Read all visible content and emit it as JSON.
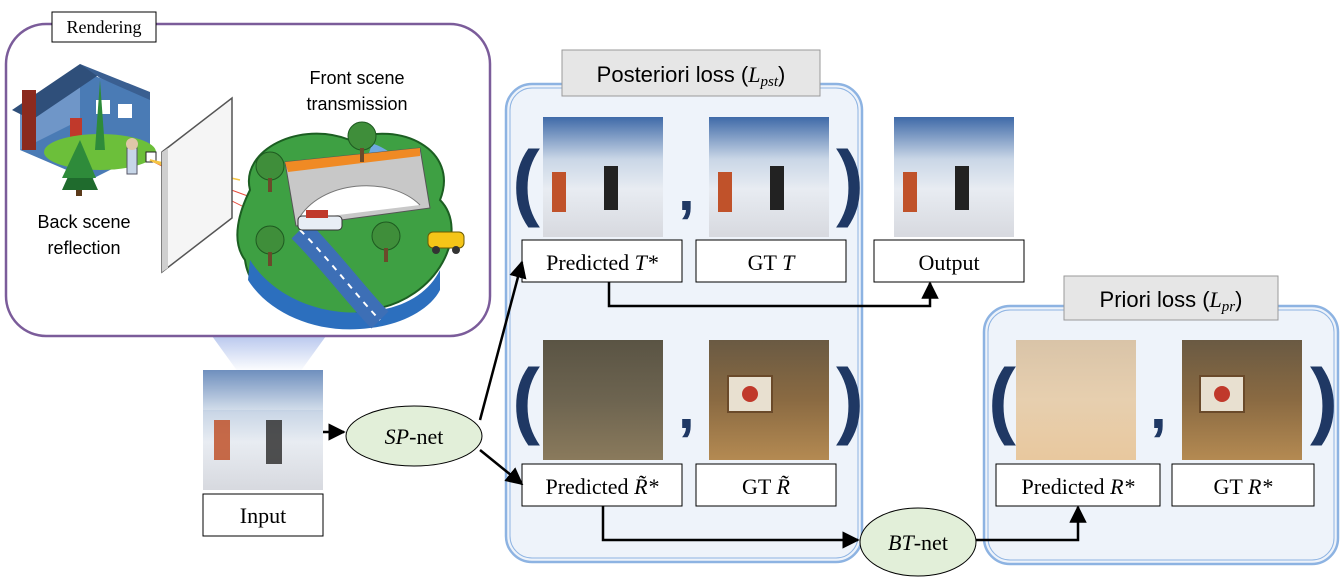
{
  "rendering": {
    "title": "Rendering",
    "front_scene_line1": "Front scene",
    "front_scene_line2": "transmission",
    "back_scene_line1": "Back scene",
    "back_scene_line2": "reflection"
  },
  "input_label": "Input",
  "sp_net": {
    "prefix": "SP",
    "suffix": "-net"
  },
  "bt_net": {
    "prefix": "BT",
    "suffix": "-net"
  },
  "posteriori": {
    "title": "Posteriori loss (",
    "symbol": "L",
    "subscript": "pst",
    "close": ")",
    "predicted_t_prefix": "Predicted ",
    "predicted_t_symbol": "T*",
    "gt_t_prefix": "GT ",
    "gt_t_symbol": "T",
    "predicted_r_prefix": "Predicted ",
    "predicted_r_symbol": "R̃*",
    "gt_r_prefix": "GT ",
    "gt_r_symbol": "R̃"
  },
  "output_label": "Output",
  "priori": {
    "title": "Priori loss (",
    "symbol": "L",
    "subscript": "pr",
    "close": ")",
    "predicted_r_prefix": "Predicted ",
    "predicted_r_symbol": "R*",
    "gt_r_prefix": "GT ",
    "gt_r_symbol": "R*"
  },
  "colors": {
    "panel_fill": "#eef3fa",
    "panel_stroke": "#8db3e2",
    "ellipse_fill": "#e2efd9",
    "paren": "#1f3864",
    "rendering_border": "#7b5c9a"
  }
}
